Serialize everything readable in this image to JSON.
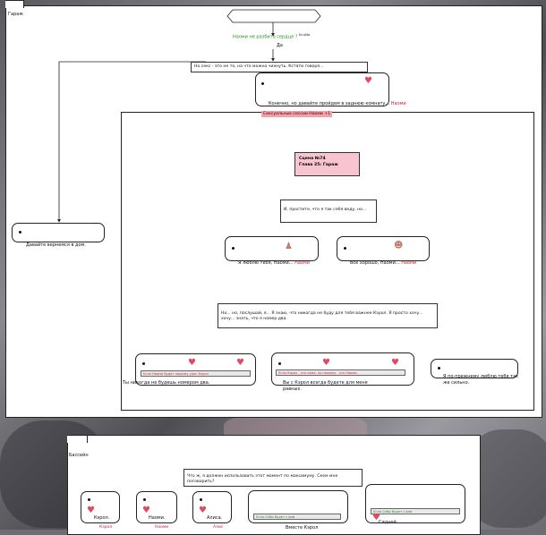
{
  "garage": {
    "title": "Гараж",
    "start_question": "Наоми не разбито сердце ?",
    "start_question_sup": "Kcu",
    "start_question_sup2": "No",
    "answer_yes": "Да",
    "node_not_sex": "Но секс - это не то, на что можно чихнуть. Кстати говоря...",
    "node_back_seat": "Конечно, но давайте пройдем в заднюю комнату...",
    "speaker_naomi": "Наоми",
    "node_go_home": "Давайте вернемся в дом.",
    "group_title": "Сексуальные сессии Наоми +1",
    "scene_line1": "Сцена №74",
    "scene_line2": "Глава 25: Гараж",
    "node_sorry": "И, простите, что я так себя веду, но...",
    "node_love_you": "Я люблю тебя, Наоми...",
    "node_all_good": "Все хорошо, Наоми...",
    "node_listen": "Но... но, послушай, я... Я знаю, что никогда не буду для тебя важнее Кэрол. Я просто хочу... хочу... знать, что я номер два.",
    "bar1": "Если Наоми будет нашему уже: Кэрол",
    "bar2": "Если Кэрол - это сама, но нашему - это Наоми.",
    "node_never_two": "Ты никогда не будешь номером два.",
    "node_carol_first": "Вы с Кэрол всегда будете для меня равных.",
    "node_still_love": "Я по-прежнему люблю тебя так же сильно."
  },
  "pool": {
    "title": "Бассейн",
    "node_question": "Что ж, я должен использовать этот момент по максимуму. Скем мне поговорить?",
    "opt_carol": "Кэрол.",
    "opt_naomi": "Наоми.",
    "opt_alice": "Алиса.",
    "label_carol": "Кэрол",
    "label_naomi": "Наоми",
    "label_alice": "Алис",
    "bar_next": "Если Сабы будет с вам",
    "label_next": "Вместе Кэрол",
    "bar_today": "Если Сабы будет с вам",
    "opt_today": "Сидней."
  }
}
